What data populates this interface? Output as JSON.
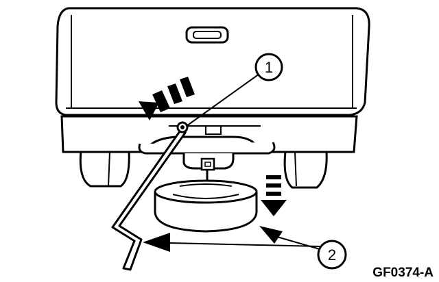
{
  "figure": {
    "callouts": [
      {
        "number": "1"
      },
      {
        "number": "2"
      }
    ],
    "figure_code": "GF0374-A",
    "colors": {
      "ink": "#000000",
      "paper": "#ffffff"
    }
  }
}
